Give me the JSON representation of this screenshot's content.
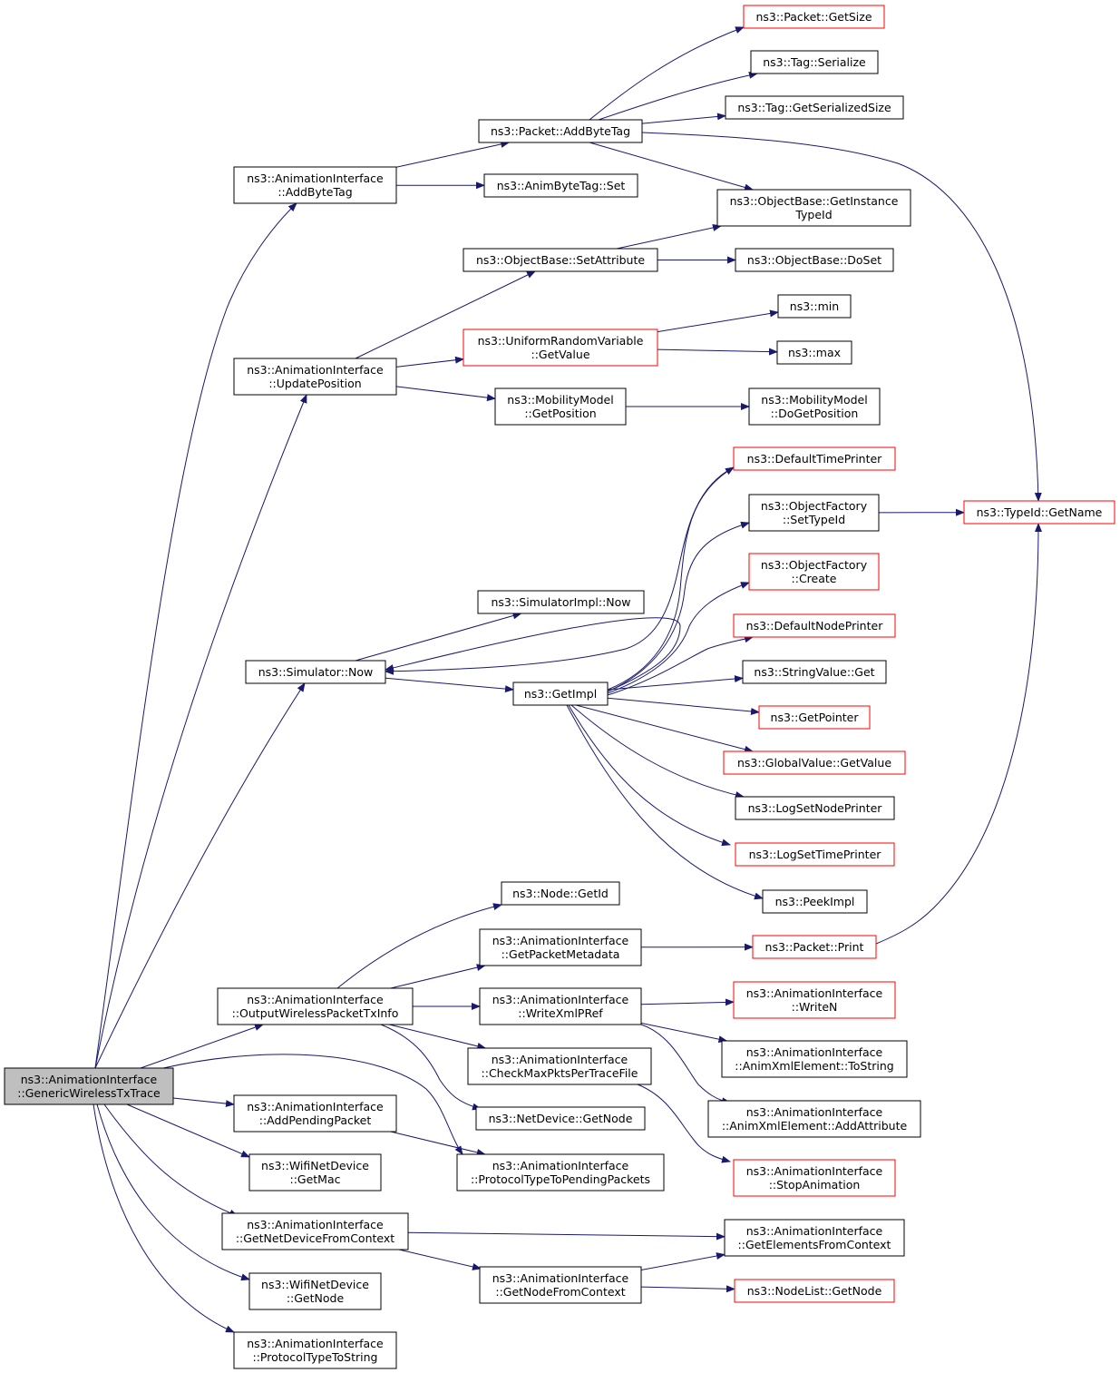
{
  "nodes": [
    {
      "id": "root",
      "lines": [
        "ns3::AnimationInterface",
        "::GenericWirelessTxTrace"
      ],
      "style": "root"
    },
    {
      "id": "add_byte_tag",
      "lines": [
        "ns3::AnimationInterface",
        "::AddByteTag"
      ],
      "style": "normal"
    },
    {
      "id": "update_position",
      "lines": [
        "ns3::AnimationInterface",
        "::UpdatePosition"
      ],
      "style": "normal"
    },
    {
      "id": "simulator_now",
      "lines": [
        "ns3::Simulator::Now"
      ],
      "style": "normal"
    },
    {
      "id": "output_wireless",
      "lines": [
        "ns3::AnimationInterface",
        "::OutputWirelessPacketTxInfo"
      ],
      "style": "normal"
    },
    {
      "id": "add_pending",
      "lines": [
        "ns3::AnimationInterface",
        "::AddPendingPacket"
      ],
      "style": "normal"
    },
    {
      "id": "wifi_getmac",
      "lines": [
        "ns3::WifiNetDevice",
        "::GetMac"
      ],
      "style": "normal"
    },
    {
      "id": "get_netdevice_ctx",
      "lines": [
        "ns3::AnimationInterface",
        "::GetNetDeviceFromContext"
      ],
      "style": "normal"
    },
    {
      "id": "wifi_getnode",
      "lines": [
        "ns3::WifiNetDevice",
        "::GetNode"
      ],
      "style": "normal"
    },
    {
      "id": "protocol_to_string",
      "lines": [
        "ns3::AnimationInterface",
        "::ProtocolTypeToString"
      ],
      "style": "normal"
    },
    {
      "id": "packet_addbytetag",
      "lines": [
        "ns3::Packet::AddByteTag"
      ],
      "style": "normal"
    },
    {
      "id": "animbytetag_set",
      "lines": [
        "ns3::AnimByteTag::Set"
      ],
      "style": "normal"
    },
    {
      "id": "objectbase_setattr",
      "lines": [
        "ns3::ObjectBase::SetAttribute"
      ],
      "style": "normal"
    },
    {
      "id": "uniform_getvalue",
      "lines": [
        "ns3::UniformRandomVariable",
        "::GetValue"
      ],
      "style": "red"
    },
    {
      "id": "mobility_getpos",
      "lines": [
        "ns3::MobilityModel",
        "::GetPosition"
      ],
      "style": "normal"
    },
    {
      "id": "simimpl_now",
      "lines": [
        "ns3::SimulatorImpl::Now"
      ],
      "style": "normal"
    },
    {
      "id": "getimpl",
      "lines": [
        "ns3::GetImpl"
      ],
      "style": "normal"
    },
    {
      "id": "node_getid",
      "lines": [
        "ns3::Node::GetId"
      ],
      "style": "normal"
    },
    {
      "id": "get_packet_metadata",
      "lines": [
        "ns3::AnimationInterface",
        "::GetPacketMetadata"
      ],
      "style": "normal"
    },
    {
      "id": "write_xml_pref",
      "lines": [
        "ns3::AnimationInterface",
        "::WriteXmlPRef"
      ],
      "style": "normal"
    },
    {
      "id": "check_max_pkts",
      "lines": [
        "ns3::AnimationInterface",
        "::CheckMaxPktsPerTraceFile"
      ],
      "style": "normal"
    },
    {
      "id": "netdevice_getnode",
      "lines": [
        "ns3::NetDevice::GetNode"
      ],
      "style": "normal"
    },
    {
      "id": "protocol_to_pending",
      "lines": [
        "ns3::AnimationInterface",
        "::ProtocolTypeToPendingPackets"
      ],
      "style": "normal"
    },
    {
      "id": "get_node_ctx",
      "lines": [
        "ns3::AnimationInterface",
        "::GetNodeFromContext"
      ],
      "style": "normal"
    },
    {
      "id": "packet_getsize",
      "lines": [
        "ns3::Packet::GetSize"
      ],
      "style": "red"
    },
    {
      "id": "tag_serialize",
      "lines": [
        "ns3::Tag::Serialize"
      ],
      "style": "normal"
    },
    {
      "id": "tag_getserializedsize",
      "lines": [
        "ns3::Tag::GetSerializedSize"
      ],
      "style": "normal"
    },
    {
      "id": "objectbase_getinstance",
      "lines": [
        "ns3::ObjectBase::GetInstance",
        "TypeId"
      ],
      "style": "normal"
    },
    {
      "id": "objectbase_doset",
      "lines": [
        "ns3::ObjectBase::DoSet"
      ],
      "style": "normal"
    },
    {
      "id": "ns3_min",
      "lines": [
        "ns3::min"
      ],
      "style": "normal"
    },
    {
      "id": "ns3_max",
      "lines": [
        "ns3::max"
      ],
      "style": "normal"
    },
    {
      "id": "mobility_dogetpos",
      "lines": [
        "ns3::MobilityModel",
        "::DoGetPosition"
      ],
      "style": "normal"
    },
    {
      "id": "default_time_printer",
      "lines": [
        "ns3::DefaultTimePrinter"
      ],
      "style": "red"
    },
    {
      "id": "objectfactory_settypeid",
      "lines": [
        "ns3::ObjectFactory",
        "::SetTypeId"
      ],
      "style": "normal"
    },
    {
      "id": "objectfactory_create",
      "lines": [
        "ns3::ObjectFactory",
        "::Create"
      ],
      "style": "red"
    },
    {
      "id": "default_node_printer",
      "lines": [
        "ns3::DefaultNodePrinter"
      ],
      "style": "red"
    },
    {
      "id": "stringvalue_get",
      "lines": [
        "ns3::StringValue::Get"
      ],
      "style": "normal"
    },
    {
      "id": "getpointer",
      "lines": [
        "ns3::GetPointer"
      ],
      "style": "red"
    },
    {
      "id": "globalvalue_getvalue",
      "lines": [
        "ns3::GlobalValue::GetValue"
      ],
      "style": "red"
    },
    {
      "id": "logset_nodeprinter",
      "lines": [
        "ns3::LogSetNodePrinter"
      ],
      "style": "normal"
    },
    {
      "id": "logset_timeprinter",
      "lines": [
        "ns3::LogSetTimePrinter"
      ],
      "style": "red"
    },
    {
      "id": "peekimpl",
      "lines": [
        "ns3::PeekImpl"
      ],
      "style": "normal"
    },
    {
      "id": "packet_print",
      "lines": [
        "ns3::Packet::Print"
      ],
      "style": "red"
    },
    {
      "id": "write_n",
      "lines": [
        "ns3::AnimationInterface",
        "::WriteN"
      ],
      "style": "red"
    },
    {
      "id": "animxml_tostring",
      "lines": [
        "ns3::AnimationInterface",
        "::AnimXmlElement::ToString"
      ],
      "style": "normal"
    },
    {
      "id": "animxml_addattr",
      "lines": [
        "ns3::AnimationInterface",
        "::AnimXmlElement::AddAttribute"
      ],
      "style": "normal"
    },
    {
      "id": "stop_animation",
      "lines": [
        "ns3::AnimationInterface",
        "::StopAnimation"
      ],
      "style": "red"
    },
    {
      "id": "get_elements_ctx",
      "lines": [
        "ns3::AnimationInterface",
        "::GetElementsFromContext"
      ],
      "style": "normal"
    },
    {
      "id": "nodelist_getnode",
      "lines": [
        "ns3::NodeList::GetNode"
      ],
      "style": "red"
    },
    {
      "id": "typeid_getname",
      "lines": [
        "ns3::TypeId::GetName"
      ],
      "style": "red"
    }
  ],
  "edges": [
    [
      "root",
      "add_byte_tag"
    ],
    [
      "root",
      "update_position"
    ],
    [
      "root",
      "simulator_now"
    ],
    [
      "root",
      "output_wireless"
    ],
    [
      "root",
      "add_pending"
    ],
    [
      "root",
      "wifi_getmac"
    ],
    [
      "root",
      "get_netdevice_ctx"
    ],
    [
      "root",
      "wifi_getnode"
    ],
    [
      "root",
      "protocol_to_string"
    ],
    [
      "root",
      "protocol_to_pending"
    ],
    [
      "add_byte_tag",
      "packet_addbytetag"
    ],
    [
      "add_byte_tag",
      "animbytetag_set"
    ],
    [
      "packet_addbytetag",
      "packet_getsize"
    ],
    [
      "packet_addbytetag",
      "tag_serialize"
    ],
    [
      "packet_addbytetag",
      "tag_getserializedsize"
    ],
    [
      "packet_addbytetag",
      "objectbase_getinstance"
    ],
    [
      "packet_addbytetag",
      "typeid_getname"
    ],
    [
      "update_position",
      "objectbase_setattr"
    ],
    [
      "update_position",
      "uniform_getvalue"
    ],
    [
      "update_position",
      "mobility_getpos"
    ],
    [
      "objectbase_setattr",
      "objectbase_getinstance"
    ],
    [
      "objectbase_setattr",
      "objectbase_doset"
    ],
    [
      "uniform_getvalue",
      "ns3_min"
    ],
    [
      "uniform_getvalue",
      "ns3_max"
    ],
    [
      "mobility_getpos",
      "mobility_dogetpos"
    ],
    [
      "simulator_now",
      "simimpl_now"
    ],
    [
      "simulator_now",
      "getimpl"
    ],
    [
      "getimpl",
      "simulator_now"
    ],
    [
      "default_time_printer",
      "simulator_now"
    ],
    [
      "getimpl",
      "default_time_printer"
    ],
    [
      "getimpl",
      "objectfactory_settypeid"
    ],
    [
      "getimpl",
      "objectfactory_create"
    ],
    [
      "getimpl",
      "default_node_printer"
    ],
    [
      "getimpl",
      "stringvalue_get"
    ],
    [
      "getimpl",
      "getpointer"
    ],
    [
      "getimpl",
      "globalvalue_getvalue"
    ],
    [
      "getimpl",
      "logset_nodeprinter"
    ],
    [
      "getimpl",
      "logset_timeprinter"
    ],
    [
      "getimpl",
      "peekimpl"
    ],
    [
      "objectfactory_settypeid",
      "typeid_getname"
    ],
    [
      "output_wireless",
      "node_getid"
    ],
    [
      "output_wireless",
      "get_packet_metadata"
    ],
    [
      "output_wireless",
      "write_xml_pref"
    ],
    [
      "output_wireless",
      "check_max_pkts"
    ],
    [
      "output_wireless",
      "netdevice_getnode"
    ],
    [
      "get_packet_metadata",
      "packet_print"
    ],
    [
      "packet_print",
      "typeid_getname"
    ],
    [
      "write_xml_pref",
      "write_n"
    ],
    [
      "write_xml_pref",
      "animxml_tostring"
    ],
    [
      "write_xml_pref",
      "animxml_addattr"
    ],
    [
      "check_max_pkts",
      "stop_animation"
    ],
    [
      "add_pending",
      "protocol_to_pending"
    ],
    [
      "get_netdevice_ctx",
      "get_elements_ctx"
    ],
    [
      "get_netdevice_ctx",
      "get_node_ctx"
    ],
    [
      "get_node_ctx",
      "get_elements_ctx"
    ],
    [
      "get_node_ctx",
      "nodelist_getnode"
    ]
  ],
  "colors": {
    "edge": "#191970",
    "root_fill": "#bfbfbf",
    "red_border": "#ff0000"
  }
}
